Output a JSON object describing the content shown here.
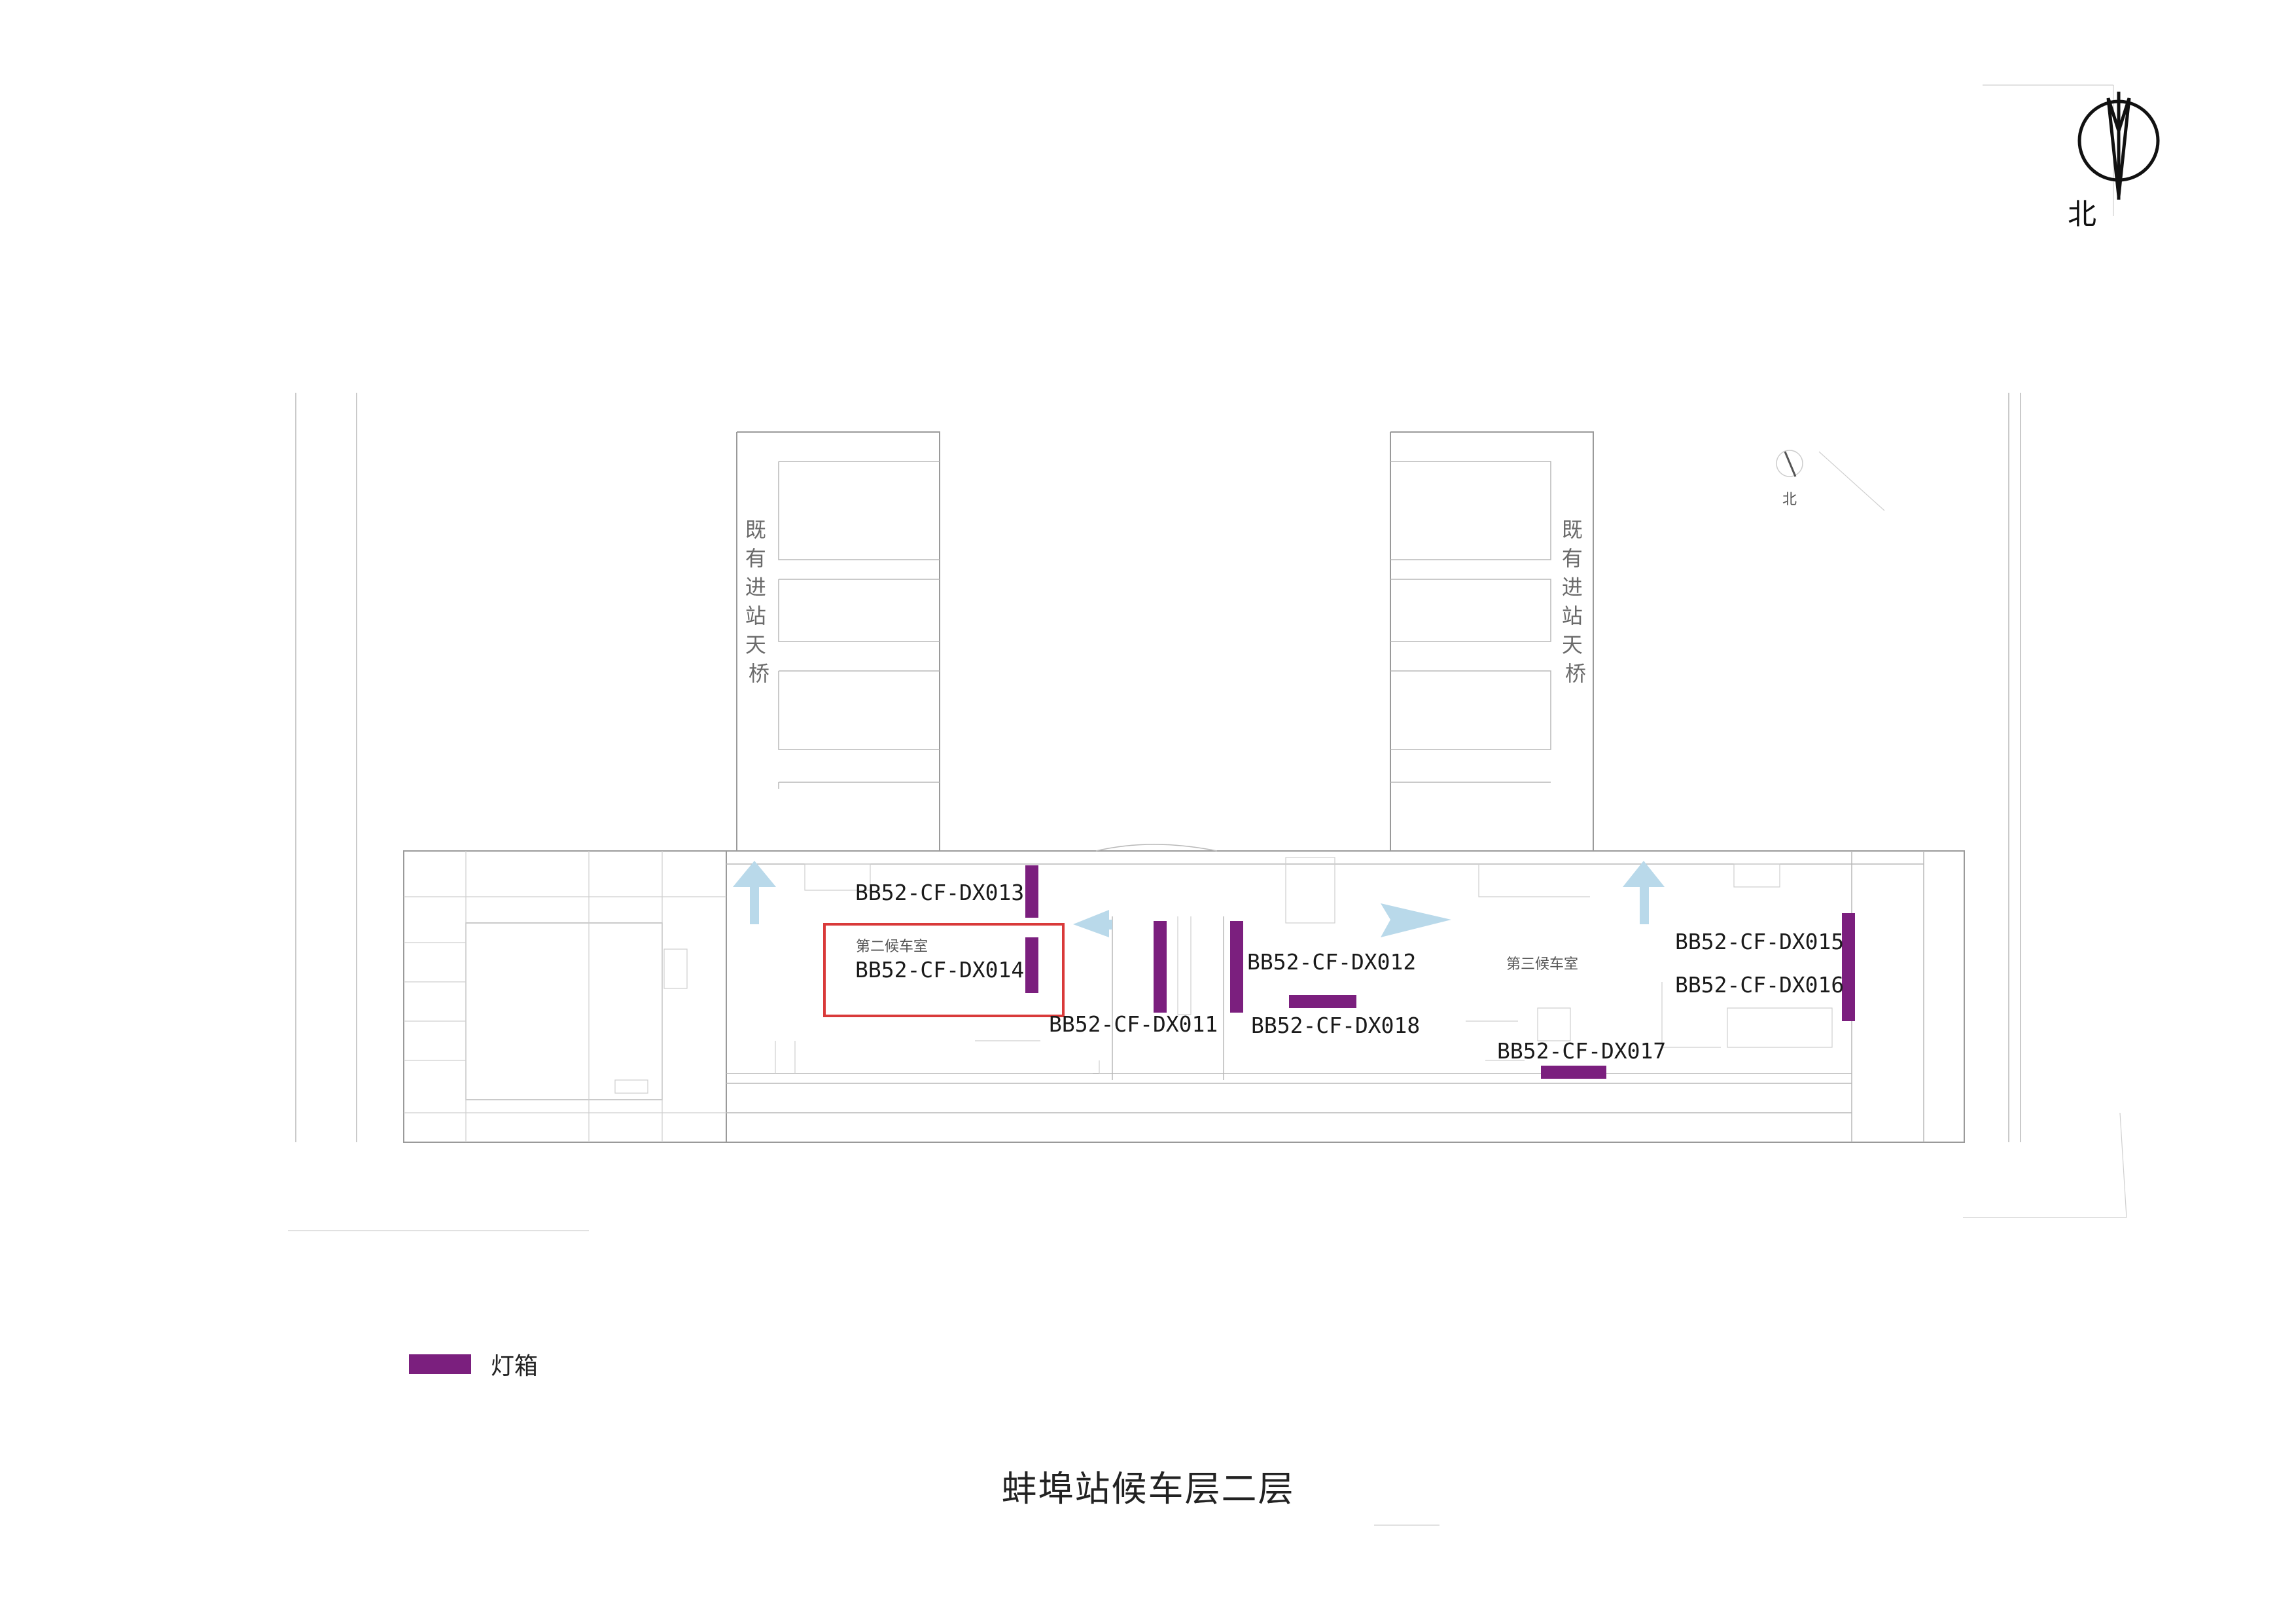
{
  "title": "蚌埠站候车层二层",
  "compass": {
    "label": "北",
    "small_label": "北"
  },
  "legend": {
    "label": "灯箱",
    "color": "#7b1f7e"
  },
  "colors": {
    "lightbox": "#7b1f7e",
    "arrow": "#b9d9ea",
    "highlight": "#d93a3a"
  },
  "bridges": [
    {
      "label": "既有进站天桥",
      "chars": [
        "既",
        "有",
        "进",
        "站",
        "天",
        "桥"
      ]
    },
    {
      "label": "既有进站天桥",
      "chars": [
        "既",
        "有",
        "进",
        "站",
        "天",
        "桥"
      ]
    }
  ],
  "rooms": {
    "second": "第二候车室",
    "third": "第三候车室"
  },
  "lightboxes": [
    {
      "id": "BB52-CF-DX013"
    },
    {
      "id": "BB52-CF-DX014",
      "highlighted": true
    },
    {
      "id": "BB52-CF-DX011"
    },
    {
      "id": "BB52-CF-DX012"
    },
    {
      "id": "BB52-CF-DX018"
    },
    {
      "id": "BB52-CF-DX017"
    },
    {
      "id": "BB52-CF-DX015"
    },
    {
      "id": "BB52-CF-DX016"
    }
  ]
}
